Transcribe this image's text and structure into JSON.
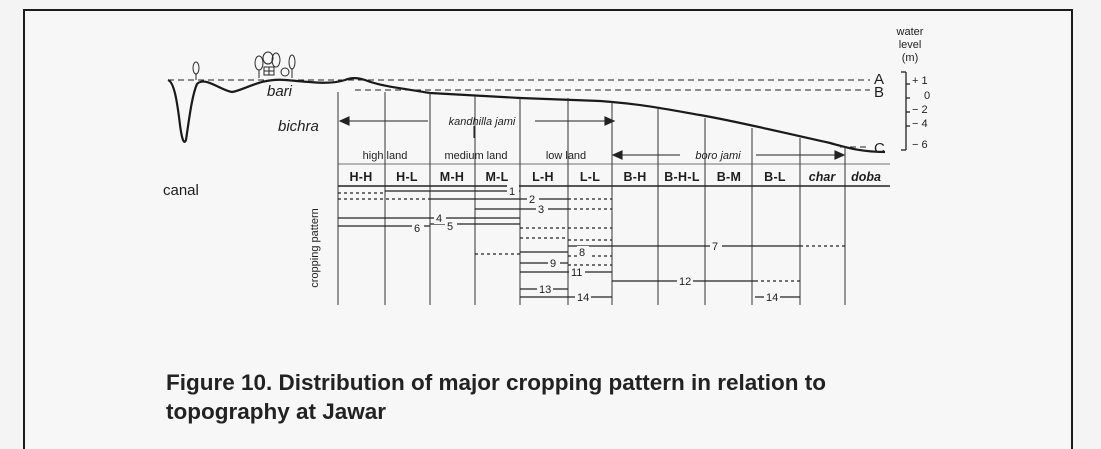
{
  "profile": {
    "canal": "canal",
    "bari": "bari",
    "bichra": "bichra",
    "water_level_title": [
      "water",
      "level",
      "(m)"
    ],
    "level_markers": [
      "A",
      "B",
      "C"
    ],
    "scale_ticks": [
      "+ 1",
      "0",
      "− 2",
      "− 4",
      "− 6"
    ]
  },
  "zones": {
    "kandhilla_jami": "kandhilla jami",
    "boro_jami": "boro jami",
    "high_land": "high land",
    "medium_land": "medium land",
    "low_land": "low land"
  },
  "columns": [
    "H-H",
    "H-L",
    "M-H",
    "M-L",
    "L-H",
    "L-L",
    "B-H",
    "B-H-L",
    "B-M",
    "B-L",
    "char",
    "doba"
  ],
  "y_axis_label": "cropping pattern",
  "patterns": [
    "1",
    "2",
    "3",
    "4",
    "5",
    "6",
    "7",
    "8",
    "9",
    "11",
    "12",
    "13",
    "14",
    "14"
  ],
  "caption": {
    "line1": "Figure 10. Distribution of major cropping pattern in relation to",
    "line2": "topography at Jawar"
  }
}
